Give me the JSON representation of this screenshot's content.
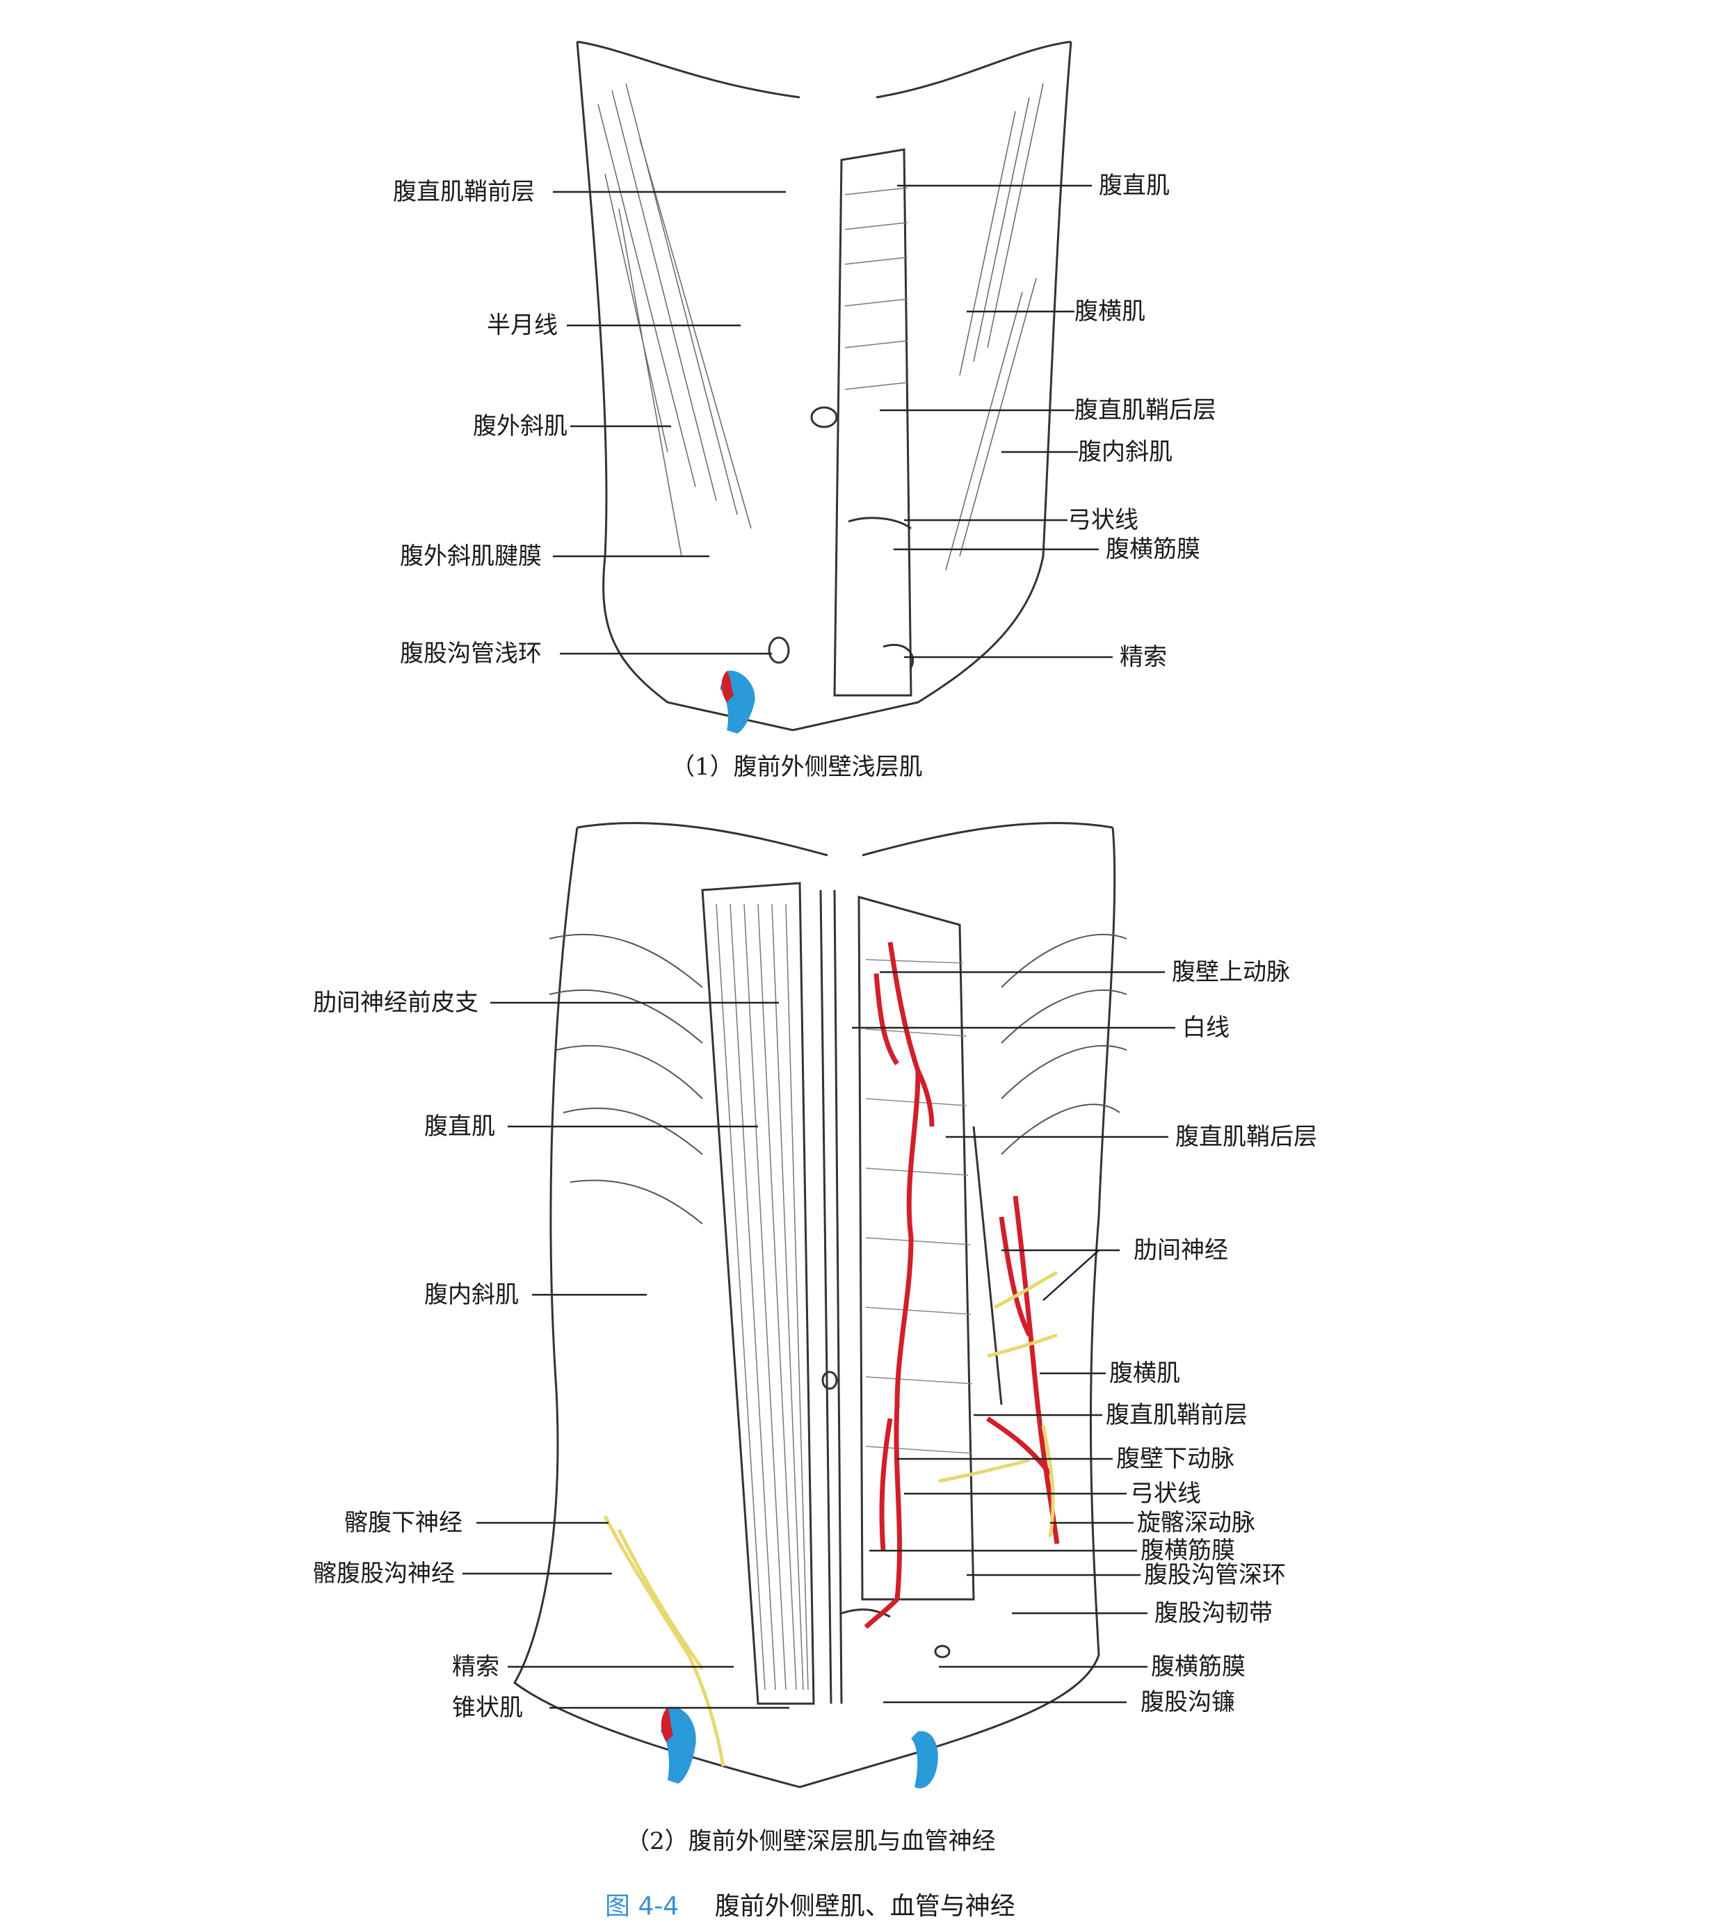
{
  "panel1": {
    "caption": "（1）腹前外侧壁浅层肌",
    "labels_left": [
      "腹直肌鞘前层",
      "半月线",
      "腹外斜肌",
      "腹外斜肌腱膜",
      "腹股沟管浅环"
    ],
    "labels_right": [
      "腹直肌",
      "腹横肌",
      "腹直肌鞘后层",
      "腹内斜肌",
      "弓状线",
      "腹横筋膜",
      "精索"
    ]
  },
  "panel2": {
    "caption": "（2）腹前外侧壁深层肌与血管神经",
    "labels_left": [
      "肋间神经前皮支",
      "腹直肌",
      "腹内斜肌",
      "髂腹下神经",
      "髂腹股沟神经",
      "精索",
      "锥状肌"
    ],
    "labels_right": [
      "腹壁上动脉",
      "白线",
      "腹直肌鞘后层",
      "肋间神经",
      "腹横肌",
      "腹直肌鞘前层",
      "腹壁下动脉",
      "弓状线",
      "旋髂深动脉",
      "腹横筋膜",
      "腹股沟管深环",
      "腹股沟韧带",
      "腹横筋膜",
      "腹股沟镰"
    ]
  },
  "figure": {
    "number": "图 4-4",
    "title": "腹前外侧壁肌、血管与神经"
  },
  "colors": {
    "artery": "#d0202a",
    "vein": "#2a9ad8",
    "nerve": "#e8d870",
    "ink": "#333333",
    "caption_number": "#3a8fd0"
  }
}
